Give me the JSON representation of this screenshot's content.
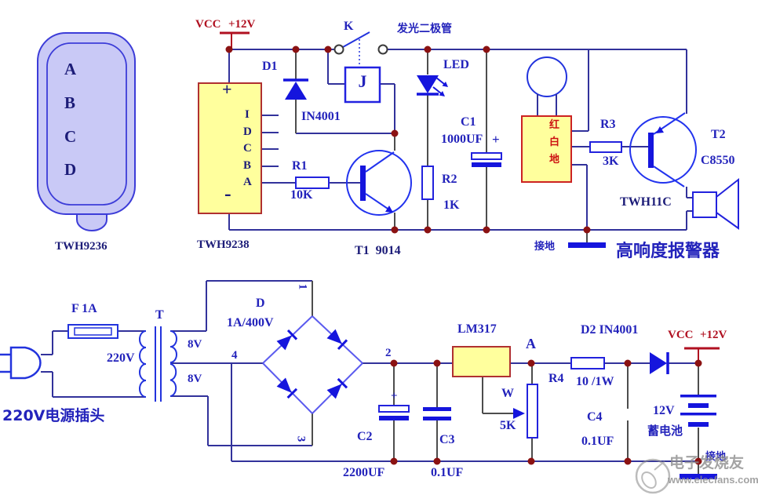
{
  "remote": {
    "buttons": [
      "A",
      "B",
      "C",
      "D"
    ],
    "model": "TWH9236"
  },
  "alarm_circuit": {
    "vcc_label": "VCC",
    "vcc_value": "+12V",
    "ic": {
      "model": "TWH9238",
      "plus": "+",
      "minus": "-",
      "pins": [
        "I",
        "D",
        "C",
        "B",
        "A"
      ]
    },
    "d1": {
      "ref": "D1",
      "part": "IN4001"
    },
    "relay": {
      "switch": "K",
      "coil": "J"
    },
    "led": {
      "cn": "发光二极管",
      "ref": "LED"
    },
    "c1": {
      "ref": "C1",
      "value": "1000UF",
      "polarity": "+"
    },
    "r1": {
      "ref": "R1",
      "value": "10K"
    },
    "r2": {
      "ref": "R2",
      "value": "1K"
    },
    "t1": {
      "ref": "T1  9014"
    },
    "r3": {
      "ref": "R3",
      "value": "3K"
    },
    "t2": {
      "ref": "T2",
      "part": "C8550"
    },
    "siren": {
      "pins": [
        "红",
        "白",
        "地"
      ],
      "driver": "TWH11C",
      "name": "高响度报警器"
    },
    "ground": "接地"
  },
  "power_circuit": {
    "plug": "220V电源插头",
    "fuse": "F 1A",
    "transformer": {
      "ref": "T",
      "primary": "220V",
      "secondary_top": "8V",
      "secondary_bottom": "8V"
    },
    "bridge": {
      "ref": "D",
      "rating": "1A/400V",
      "t1": "1",
      "t2": "2",
      "t3": "3",
      "t4": "4"
    },
    "c2": {
      "ref": "C2",
      "value": "2200UF",
      "polarity": "+"
    },
    "c3": {
      "ref": "C3",
      "value": "0.1UF"
    },
    "regulator": "LM317",
    "node_a": "A",
    "pot": {
      "ref": "W",
      "value": "5K"
    },
    "r4": {
      "ref": "R4",
      "value": "10 /1W"
    },
    "d2": "D2 IN4001",
    "vcc_label": "VCC",
    "vcc_value": "+12V",
    "c4": {
      "ref": "C4",
      "value": "0.1UF"
    },
    "battery": {
      "voltage": "12V",
      "name": "蓄电池"
    },
    "ground": "接地"
  },
  "watermark": {
    "site": "电子发烧友",
    "url": "www.elecfans.com"
  },
  "colors": {
    "wire_navy": "#32329b",
    "wire_gray": "#4d4d4d",
    "component_blue": "#1515dd",
    "ic_fill": "#ffff9d",
    "ic_border": "#b03030",
    "junction_dot": "#8b1212",
    "vcc_text": "#b01020",
    "label_blue": "#2323bb",
    "remote_fill": "#c9c9f6"
  }
}
